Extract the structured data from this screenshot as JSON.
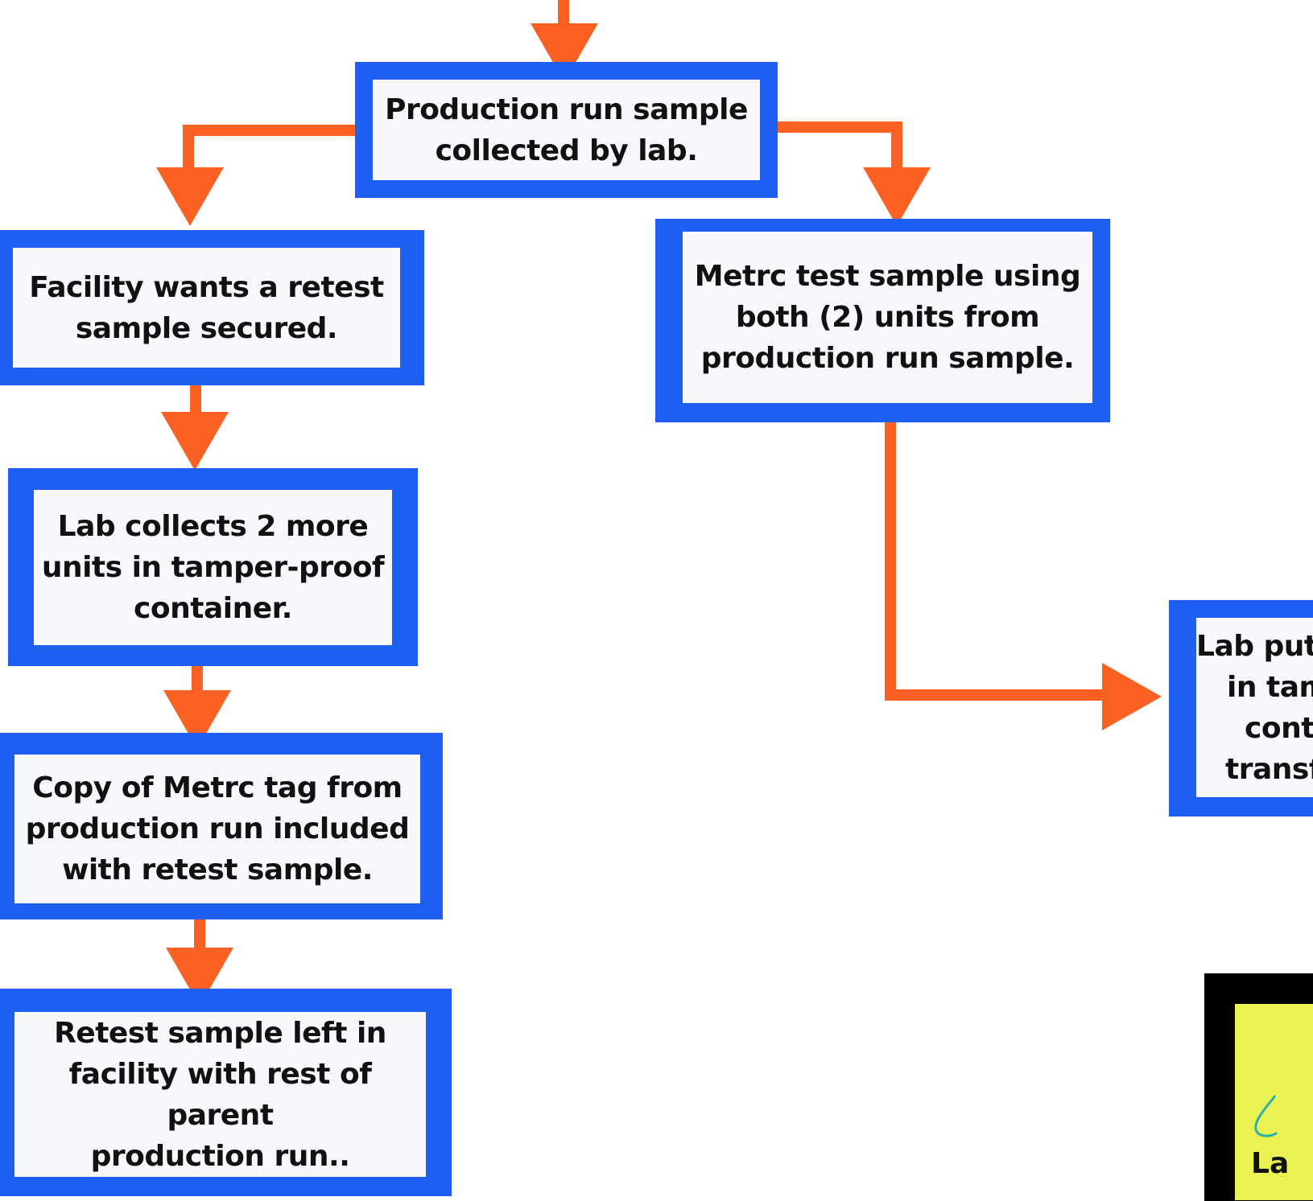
{
  "diagram": {
    "colors": {
      "box_border": "#1d5ff0",
      "box_fill": "#f7f8fc",
      "arrow": "#fa6123",
      "legend_fill": "#eaf253",
      "legend_border": "#000000",
      "icon": "#2ab3a5"
    },
    "nodes": {
      "production": {
        "line1": "Production run sample",
        "line2": "collected by lab."
      },
      "facility": {
        "line1": "Facility wants a retest",
        "line2": "sample secured."
      },
      "metrc": {
        "line1": "Metrc test sample using",
        "line2": "both (2) units from",
        "line3": "production run sample."
      },
      "collects": {
        "line1": "Lab collects 2 more",
        "line2": "units in tamper-proof",
        "line3": "container."
      },
      "copy": {
        "line1": "Copy of Metrc tag from",
        "line2": "production run included",
        "line3": "with retest sample."
      },
      "retest": {
        "line1": "Retest sample left in",
        "line2": "facility with rest of parent",
        "line3": "production run.."
      },
      "lab_puts": {
        "line1": "Lab puts",
        "line2": "in tam",
        "line3": "cont",
        "line4": "transf"
      }
    },
    "legend": {
      "icon": "teal-outline-icon",
      "label": "La"
    }
  }
}
